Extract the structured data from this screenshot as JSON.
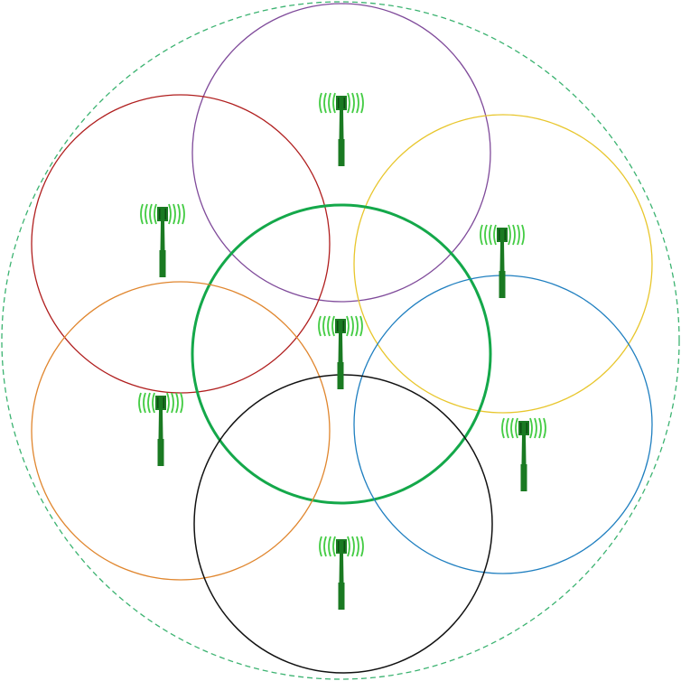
{
  "diagram": {
    "coverage_boundary": {
      "name": "outer-coverage-boundary",
      "color": "#3cb371",
      "style": "dashed"
    },
    "cells": [
      {
        "name": "cell-top",
        "color": "#7f4a9a"
      },
      {
        "name": "cell-upper-left",
        "color": "#b01e1e"
      },
      {
        "name": "cell-upper-right",
        "color": "#e8c62c"
      },
      {
        "name": "cell-center",
        "color": "#14a84a"
      },
      {
        "name": "cell-lower-left",
        "color": "#e0862e"
      },
      {
        "name": "cell-lower-right",
        "color": "#1f7fc0"
      },
      {
        "name": "cell-bottom",
        "color": "#111111"
      }
    ],
    "tower_icon": {
      "name": "cell-tower-icon",
      "mast_color": "#1a7a22",
      "wave_color": "#44cc44"
    }
  }
}
